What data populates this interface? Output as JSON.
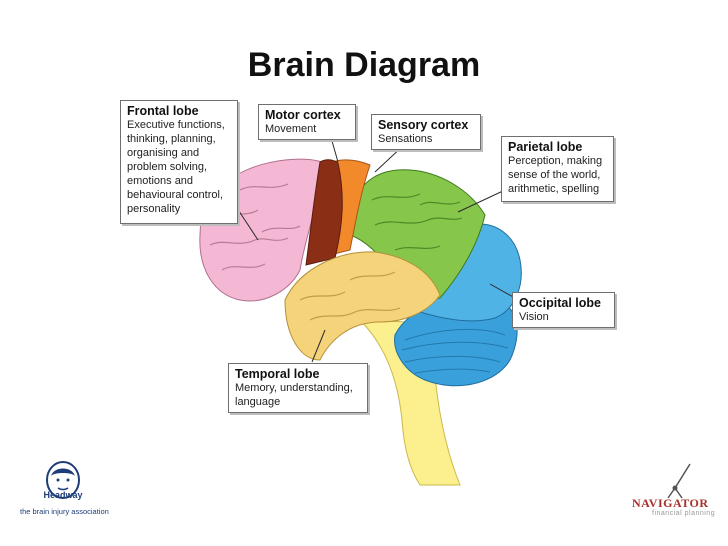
{
  "title": "Brain Diagram",
  "labels": {
    "frontal": {
      "head": "Frontal lobe",
      "desc": "Executive functions,\nthinking, planning,\norganising and\nproblem solving,\nemotions and\nbehavioural control,\npersonality"
    },
    "motor": {
      "head": "Motor cortex",
      "desc": "Movement"
    },
    "sensory": {
      "head": "Sensory cortex",
      "desc": "Sensations"
    },
    "parietal": {
      "head": "Parietal lobe",
      "desc": "Perception, making\nsense of the world,\narithmetic, spelling"
    },
    "occipital": {
      "head": "Occipital lobe",
      "desc": "Vision"
    },
    "temporal": {
      "head": "Temporal lobe",
      "desc": "Memory, understanding,\nlanguage"
    }
  },
  "colors": {
    "frontal": "#f4b8d4",
    "motor": "#8b2e16",
    "sensory": "#f28a2c",
    "parietal": "#86c64a",
    "occipital": "#4fb3e6",
    "temporal": "#f5d37a",
    "cerebellum": "#3aa0dc",
    "brainstem": "#fbef8e"
  },
  "logos": {
    "left_wordmark": "Headway",
    "left_caption": "the brain injury association",
    "right_name": "NAVIGATOR",
    "right_sub": "financial planning"
  }
}
